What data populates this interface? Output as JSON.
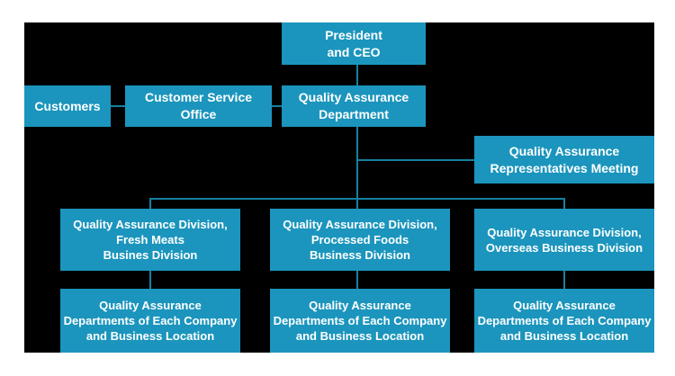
{
  "colors": {
    "page": "#ffffff",
    "background": "#000000",
    "box": "#1b95bd",
    "line": "#16809f",
    "text": "#ffffff"
  },
  "org_chart": {
    "nodes": {
      "president": {
        "label": "President\nand CEO"
      },
      "customers": {
        "label": "Customers"
      },
      "customer_service_office": {
        "label": "Customer Service\nOffice"
      },
      "quality_assurance_department": {
        "label": "Quality Assurance\nDepartment"
      },
      "qa_representatives_meeting": {
        "label": "Quality Assurance\nRepresentatives Meeting"
      },
      "division_fresh_meats": {
        "label": "Quality Assurance Division,\nFresh Meats\nBusines Division"
      },
      "division_processed_foods": {
        "label": "Quality Assurance Division,\nProcessed Foods\nBusiness Division"
      },
      "division_overseas": {
        "label": "Quality Assurance Division,\nOverseas Business Division"
      },
      "departments_fresh_meats": {
        "label": "Quality Assurance\nDepartments of Each Company\nand Business Location"
      },
      "departments_processed_foods": {
        "label": "Quality Assurance\nDepartments of Each Company\nand Business Location"
      },
      "departments_overseas": {
        "label": "Quality Assurance\nDepartments of Each Company\nand Business Location"
      }
    }
  }
}
